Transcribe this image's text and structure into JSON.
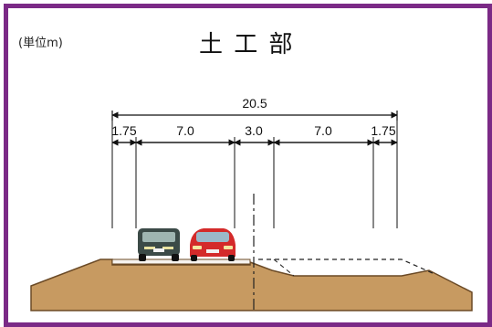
{
  "title": "土 工 部",
  "unit_note": "(単位m)",
  "dimensions": {
    "total": "20.5",
    "segments": [
      "1.75",
      "7.0",
      "3.0",
      "7.0",
      "1.75"
    ]
  },
  "colors": {
    "frame": "#7b2a86",
    "embankment": "#c79a61",
    "embankment_edge": "#6b4a26",
    "road": "#f6f3ef",
    "car_dark": "#3b4a47",
    "car_red": "#d42a2a"
  }
}
